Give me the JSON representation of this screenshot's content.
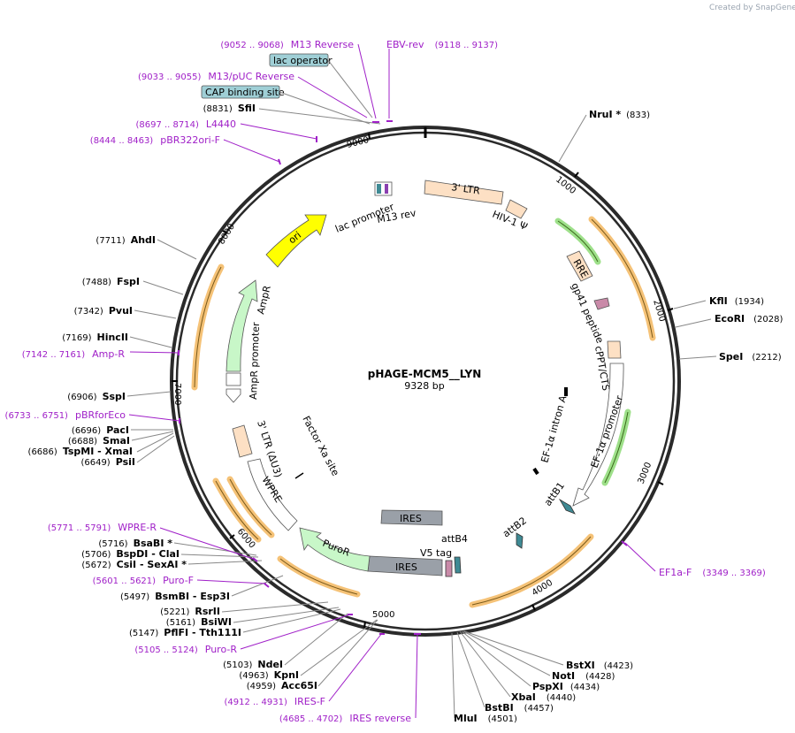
{
  "plasmid": {
    "name": "pHAGE-MCM5__LYN",
    "length": "9328 bp"
  },
  "watermark": "Created by SnapGene",
  "ring_ticks": [
    "1000",
    "2000",
    "3000",
    "4000",
    "5000",
    "6000",
    "7000",
    "8000",
    "9000"
  ],
  "enzymes": [
    {
      "name": "NruI *",
      "pos": "(833)"
    },
    {
      "name": "KflI",
      "pos": "(1934)"
    },
    {
      "name": "EcoRI",
      "pos": "(2028)"
    },
    {
      "name": "SpeI",
      "pos": "(2212)"
    },
    {
      "name": "BstXI",
      "pos": "(4423)"
    },
    {
      "name": "NotI",
      "pos": "(4428)"
    },
    {
      "name": "PspXI",
      "pos": "(4434)"
    },
    {
      "name": "XbaI",
      "pos": "(4440)"
    },
    {
      "name": "BstBI",
      "pos": "(4457)"
    },
    {
      "name": "MluI",
      "pos": "(4501)"
    },
    {
      "name": "Acc65I",
      "pos": "(4959)"
    },
    {
      "name": "KpnI",
      "pos": "(4963)"
    },
    {
      "name": "NdeI",
      "pos": "(5103)"
    },
    {
      "name": "PflFI - Tth111I",
      "pos": "(5147)"
    },
    {
      "name": "BsiWI",
      "pos": "(5161)"
    },
    {
      "name": "RsrII",
      "pos": "(5221)"
    },
    {
      "name": "BsmBI - Esp3I",
      "pos": "(5497)"
    },
    {
      "name": "CsiI - SexAI *",
      "pos": "(5672)"
    },
    {
      "name": "BspDI - ClaI",
      "pos": "(5706)"
    },
    {
      "name": "BsaBI *",
      "pos": "(5716)"
    },
    {
      "name": "PsiI",
      "pos": "(6649)"
    },
    {
      "name": "TspMI - XmaI",
      "pos": "(6686)"
    },
    {
      "name": "SmaI",
      "pos": "(6688)"
    },
    {
      "name": "PacI",
      "pos": "(6696)"
    },
    {
      "name": "SspI",
      "pos": "(6906)"
    },
    {
      "name": "HincII",
      "pos": "(7169)"
    },
    {
      "name": "PvuI",
      "pos": "(7342)"
    },
    {
      "name": "FspI",
      "pos": "(7488)"
    },
    {
      "name": "AhdI",
      "pos": "(7711)"
    },
    {
      "name": "SfiI",
      "pos": "(8831)"
    }
  ],
  "primers": [
    {
      "name": "M13 Reverse",
      "range": "(9052 .. 9068)"
    },
    {
      "name": "EBV-rev",
      "range": "(9118 .. 9137)"
    },
    {
      "name": "M13/pUC Reverse",
      "range": "(9033 .. 9055)"
    },
    {
      "name": "L4440",
      "range": "(8697 .. 8714)"
    },
    {
      "name": "pBR322ori-F",
      "range": "(8444 .. 8463)"
    },
    {
      "name": "Amp-R",
      "range": "(7142 .. 7161)"
    },
    {
      "name": "pBRforEco",
      "range": "(6733 .. 6751)"
    },
    {
      "name": "WPRE-R",
      "range": "(5771 .. 5791)"
    },
    {
      "name": "Puro-F",
      "range": "(5601 .. 5621)"
    },
    {
      "name": "Puro-R",
      "range": "(5105 .. 5124)"
    },
    {
      "name": "IRES-F",
      "range": "(4912 .. 4931)"
    },
    {
      "name": "IRES reverse",
      "range": "(4685 .. 4702)"
    },
    {
      "name": "EF1a-F",
      "range": "(3349 .. 3369)"
    }
  ],
  "boxed_features": [
    {
      "name": "lac operator"
    },
    {
      "name": "CAP binding site"
    }
  ],
  "features": {
    "ltr3": "3' LTR",
    "hiv_psi": "HIV-1 Ψ",
    "rre": "RRE",
    "gp41": "gp41 peptide",
    "cppt": "cPPT/CTS",
    "ef1a_intron": "EF-1α intron A",
    "ef1a_promoter": "EF-1α promoter",
    "attb1": "attB1",
    "attb2": "attB2",
    "attb4": "attB4",
    "v5": "V5 tag",
    "ires1": "IRES",
    "ires2": "IRES",
    "puror": "PuroR",
    "wpre": "WPRE",
    "ltr_du3": "3' LTR (ΔU3)",
    "factor_xa": "Factor Xa site",
    "ampr_promoter": "AmpR promoter",
    "ampr": "AmpR",
    "ori": "ori",
    "lac_promoter": "lac promoter",
    "m13_rev": "M13 rev"
  },
  "colors": {
    "backbone": "#2a2a2a",
    "primer": "#a020c8",
    "ltr": "#fde0c4",
    "ampr": "#c8f7c8",
    "ori": "#ffff00",
    "ires": "#9aa0a8",
    "orf": "#f5c277",
    "orf_green": "#9ee08a",
    "boxed": "#9fcfd6",
    "attb": "#3f8a94",
    "gp41": "#c98aa8"
  }
}
